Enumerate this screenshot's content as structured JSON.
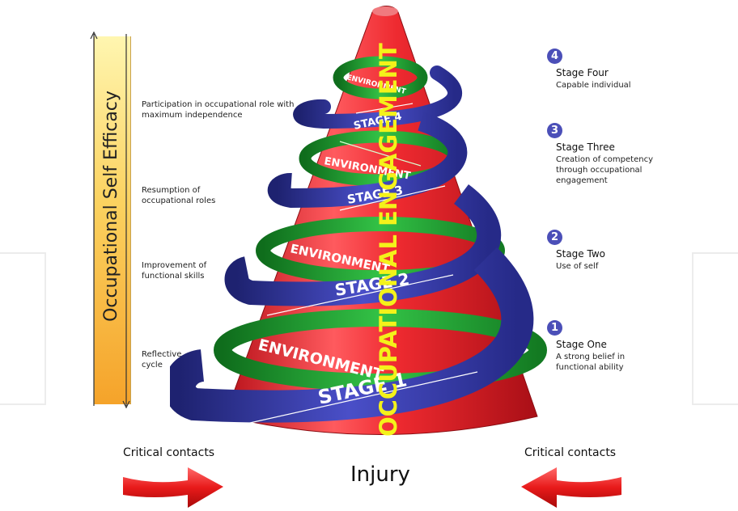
{
  "y_axis_label": "Occupational Self Efficacy",
  "left_labels": [
    {
      "text": "Participation in occupational role with maximum independence"
    },
    {
      "text": "Resumption of occupational roles"
    },
    {
      "text": "Improvement of functional skills"
    },
    {
      "text": "Reflective cycle"
    }
  ],
  "stages": [
    {
      "num": "4",
      "title": "Stage Four",
      "desc": "Capable individual"
    },
    {
      "num": "3",
      "title": "Stage Three",
      "desc": "Creation of competency through occupational engagement"
    },
    {
      "num": "2",
      "title": "Stage Two",
      "desc": "Use of self"
    },
    {
      "num": "1",
      "title": "Stage One",
      "desc": "A strong belief in functional ability"
    }
  ],
  "cone": {
    "center_text": "OCCUPATIONAL ENGAGEMENT",
    "environment_label": "ENVIRONMENT",
    "ribbon_labels": [
      "STAGE 1",
      "STAGE 2",
      "STAGE 3",
      "STAGE 4"
    ],
    "environment_labels": [
      "ENVIRONMENT",
      "ENVIRONMENT",
      "ENVIRONMENT",
      "ENVIRONMENT"
    ]
  },
  "bottom": {
    "left_contacts": "Critical contacts",
    "right_contacts": "Critical contacts",
    "injury": "Injury"
  },
  "colors": {
    "cone_red": "#e8202a",
    "ribbon_blue": "#3b3fb0",
    "env_green": "#1e9e2e",
    "center_text_yellow": "#f4f21a",
    "axis_gradient_top": "#fff6b0",
    "axis_gradient_bottom": "#f5a32a",
    "stage_circle": "#4b4fb8"
  }
}
